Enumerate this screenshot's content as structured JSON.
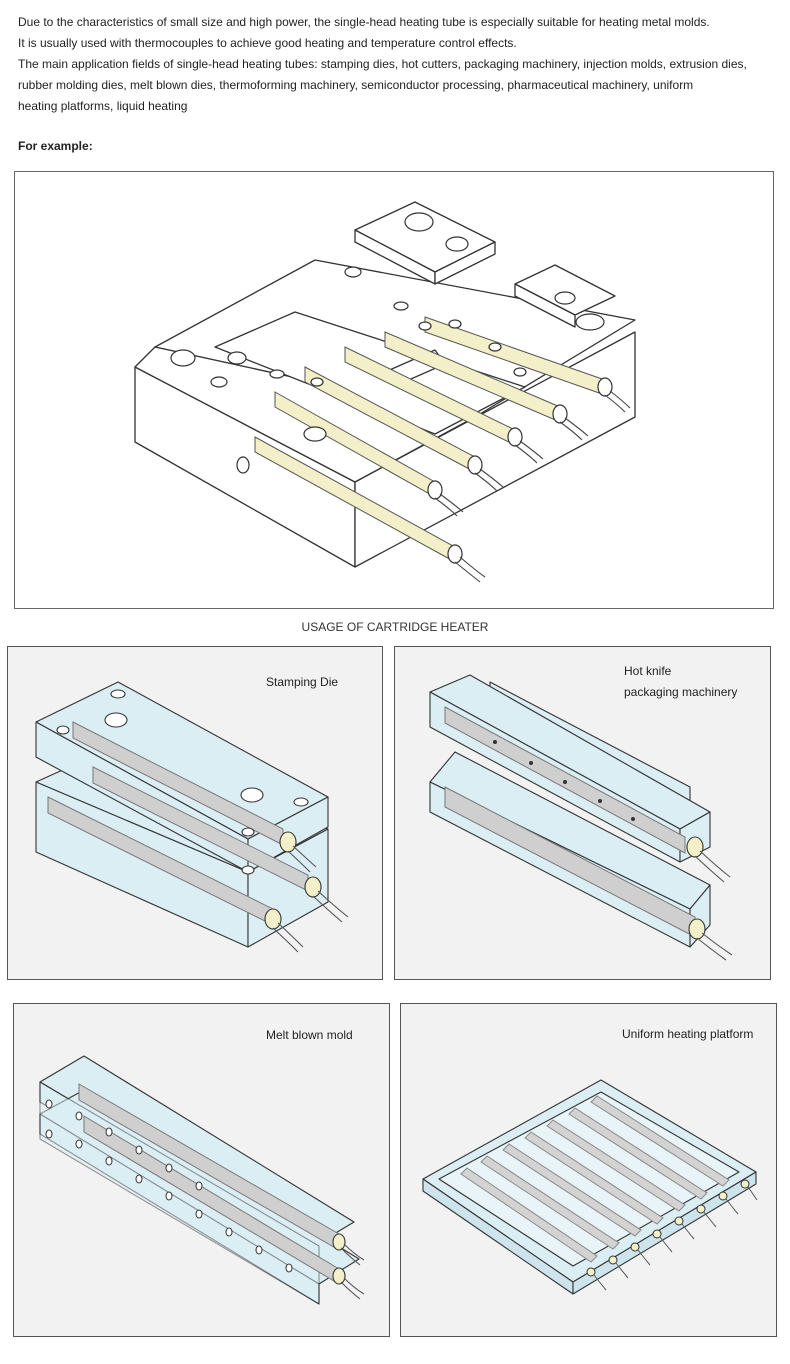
{
  "intro": {
    "line1": "Due to the characteristics of small size and high power, the single-head heating tube is especially suitable for heating metal molds.",
    "line2": "It is usually used with thermocouples to achieve good heating and temperature control effects.",
    "line3": "The main application fields of single-head heating tubes: stamping dies, hot cutters, packaging machinery, injection molds, extrusion dies,",
    "line4": "rubber molding dies, melt blown dies, thermoforming machinery, semiconductor processing, pharmaceutical machinery, uniform",
    "line5": "heating platforms, liquid heating"
  },
  "example_label": "For example:",
  "caption": "USAGE OF CARTRIDGE HEATER",
  "panels": {
    "stamping": {
      "label": "Stamping Die"
    },
    "hotknife": {
      "label1": "Hot knife",
      "label2": "packaging machinery"
    },
    "meltblown": {
      "label": "Melt blown mold"
    },
    "uniform": {
      "label": "Uniform heating platform"
    }
  },
  "colors": {
    "panel_bg": "#f2f2f2",
    "glass": "#dbeef4",
    "rod": "#d9d9d9",
    "ceramic": "#f3efc8"
  }
}
